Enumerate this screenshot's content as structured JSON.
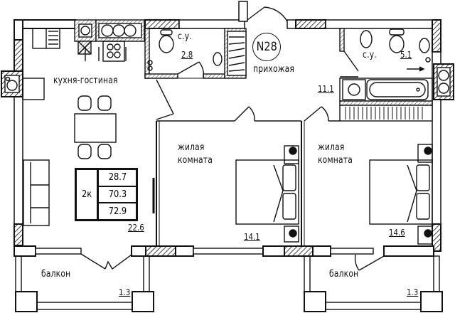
{
  "plan": {
    "apartment_number": "N28",
    "summary": {
      "rooms": "2к",
      "living_area": "28.7",
      "total_area": "70.3",
      "total_area_with_balconies": "72.9"
    },
    "rooms": {
      "kitchen_living": {
        "label": "кухня-гостиная",
        "area": "22.6"
      },
      "bathroom_small": {
        "label": "с.у.",
        "area": "2.8"
      },
      "hallway": {
        "label": "прихожая",
        "area": "11.1"
      },
      "bathroom_large": {
        "label": "с.у.",
        "area": "5.1"
      },
      "bedroom_1": {
        "label_line1": "жилая",
        "label_line2": "комната",
        "area": "14.1"
      },
      "bedroom_2": {
        "label_line1": "жилая",
        "label_line2": "комната",
        "area": "14.6"
      },
      "balcony_left": {
        "label": "балкон",
        "area": "1.3"
      },
      "balcony_right": {
        "label": "балкон",
        "area": "1.3"
      }
    },
    "colors": {
      "line": "#111111",
      "background": "#ffffff"
    }
  }
}
